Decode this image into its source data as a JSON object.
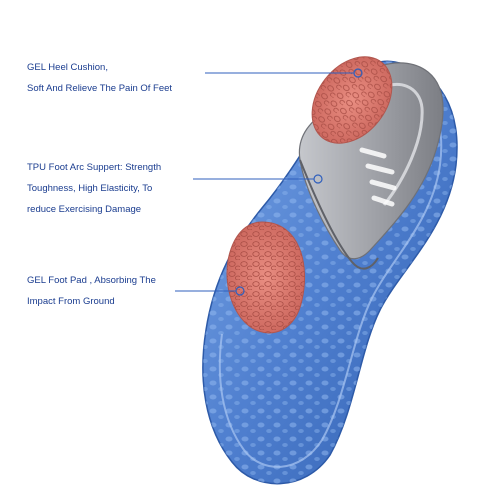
{
  "callouts": [
    {
      "lines": [
        "GEL Heel Cushion,",
        "Soft And Relieve The Pain Of Feet"
      ]
    },
    {
      "lines": [
        "TPU Foot Arc Suppert: Strength",
        "Toughness, High Elasticity, To",
        "reduce Exercising Damage"
      ]
    },
    {
      "lines": [
        "GEL Foot Pad , Absorbing The",
        "Impact From Ground"
      ]
    }
  ],
  "colors": {
    "label_text": "#1a3c8f",
    "leader_line": "#2f5fbd",
    "insole_blue": "#4f7fcf",
    "gel_pad": "#d97a6e",
    "tpu_gray": "#9a9ca2"
  }
}
